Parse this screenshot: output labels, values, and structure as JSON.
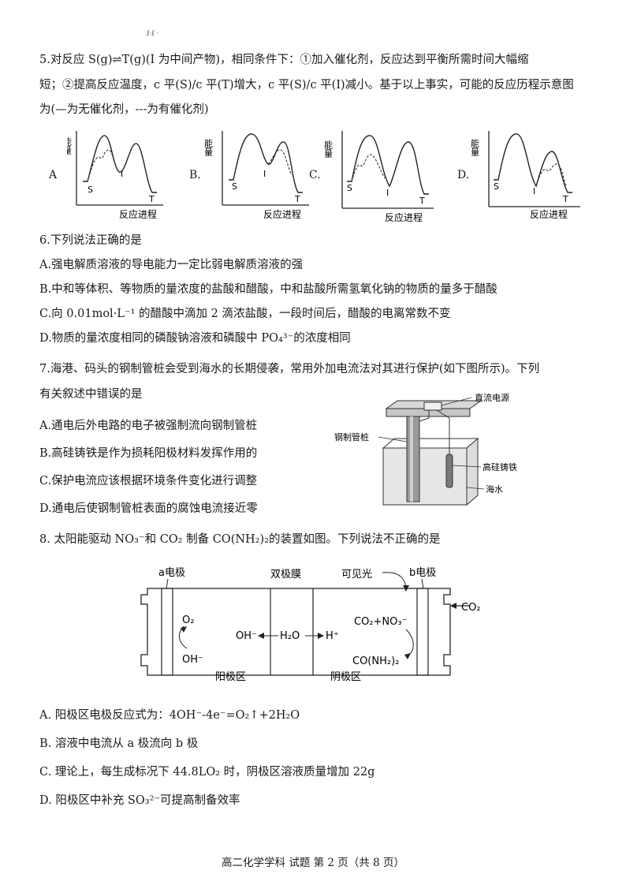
{
  "header_mark": "ⅈ·ⅈ ·",
  "q5": {
    "line1": "5.对反应 S(g)⇌T(g)(I 为中间产物)，相同条件下：①加入催化剂，反应达到平衡所需时间大幅缩",
    "line2": "短；②提高反应温度，c 平(S)/c 平(T)增大，c 平(S)/c 平(I)减小。基于以上事实，可能的反应历程示意图",
    "line3": "为(—为无催化剂，---为有催化剂)",
    "options": [
      {
        "letter": "A",
        "ylabel": "能量",
        "xlabel": "反应进程",
        "s": "S",
        "i": "I",
        "t": "T"
      },
      {
        "letter": "B.",
        "ylabel": "能量",
        "xlabel": "反应进程",
        "s": "S",
        "i": "I",
        "t": "T"
      },
      {
        "letter": "C.",
        "ylabel": "能量",
        "xlabel": "反应进程",
        "s": "S",
        "i": "I",
        "t": "T"
      },
      {
        "letter": "D.",
        "ylabel": "能量",
        "xlabel": "反应进程",
        "s": "S",
        "i": "I",
        "t": "T"
      }
    ]
  },
  "q6": {
    "stem": "6.下列说法正确的是",
    "a": "A.强电解质溶液的导电能力一定比弱电解质溶液的强",
    "b": "B.中和等体积、等物质的量浓度的盐酸和醋酸，中和盐酸所需氢氧化钠的物质的量多于醋酸",
    "c": "C.向 0.01mol·L⁻¹ 的醋酸中滴加 2 滴浓盐酸，一段时间后，醋酸的电离常数不变",
    "d": "D.物质的量浓度相同的磷酸钠溶液和磷酸中 PO₄³⁻的浓度相同"
  },
  "q7": {
    "line1": "7.海港、码头的钢制管桩会受到海水的长期侵袭，常用外加电流法对其进行保护(如下图所示)。下列",
    "line2": "有关叙述中错误的是",
    "a": "A.通电后外电路的电子被强制流向钢制管桩",
    "b": "B.高硅铸铁是作为损耗阳极材料发挥作用的",
    "c": "C.保护电流应该根据环境条件变化进行调整",
    "d": "D.通电后使钢制管桩表面的腐蚀电流接近零",
    "fig": {
      "power": "直流电源",
      "pile": "钢制管桩",
      "iron": "高硅铸铁",
      "sea": "海水"
    }
  },
  "q8": {
    "stem": "8. 太阳能驱动 NO₃⁻和 CO₂ 制备 CO(NH₂)₂的装置如图。下列说法不正确的是",
    "fig": {
      "a_electrode": "a电极",
      "membrane": "双极膜",
      "light": "可见光",
      "b_electrode": "b电极",
      "co2_in": "CO₂",
      "o2": "O₂",
      "oh_left": "OH⁻",
      "oh_mid": "OH⁻",
      "h2o": "H₂O",
      "h_plus": "H⁺",
      "co2_no3": "CO₂+NO₃⁻",
      "urea": "CO(NH₂)₂",
      "anode_zone": "阳极区",
      "cathode_zone": "阴极区"
    },
    "a": "A.  阳极区电极反应式为：4OH⁻-4e⁻=O₂↑+2H₂O",
    "b": "B.  溶液中电流从 a 极流向 b 极",
    "c": "C.  理论上，每生成标况下 44.8LO₂ 时，阴极区溶液质量增加 22g",
    "d": "D.  阳极区中补充 SO₃²⁻可提高制备效率"
  },
  "footer": "高二化学学科 试题 第 2 页（共 8 页）"
}
